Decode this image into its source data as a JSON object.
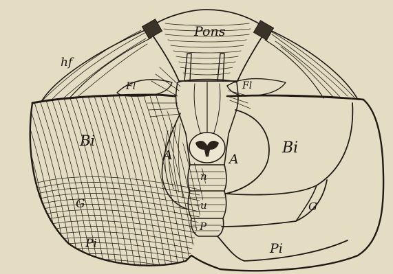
{
  "labels": {
    "pons": "Pons",
    "hf": "hf",
    "fl_left": "Fl",
    "fl_right": "Fl",
    "bi_left": "Bi",
    "bi_right": "Bi",
    "a_left": "A",
    "a_right": "A",
    "n": "n",
    "u": "u",
    "p": "P",
    "g_left": "G",
    "g_right": "G",
    "pi_left": "Pi",
    "pi_right": "Pi"
  }
}
